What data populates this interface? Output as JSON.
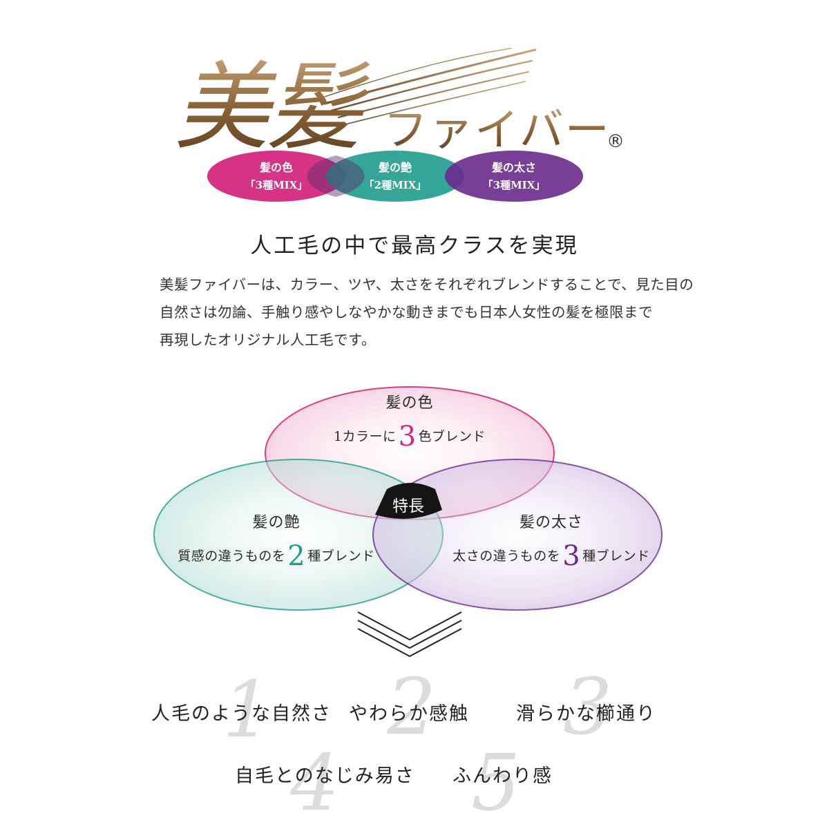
{
  "logo": {
    "title": "美髪",
    "subtitle": "ファイバー",
    "registered": "®"
  },
  "badges": [
    {
      "line1": "髪の色",
      "line2": "「3種MIX」",
      "color": "#d4277f"
    },
    {
      "line1": "髪の艶",
      "line2": "「2種MIX」",
      "color": "#1f9b8c"
    },
    {
      "line1": "髪の太さ",
      "line2": "「3種MIX」",
      "color": "#6a2a8c"
    }
  ],
  "headline": "人工毛の中で最高クラスを実現",
  "description": [
    "美髪ファイバーは、カラー、ツヤ、太さをそれぞれブレンドすることで、見た目の",
    "自然さは勿論、手触り感やしなやかな動きまでも日本人女性の髪を極限まで",
    "再現したオリジナル人工毛です。"
  ],
  "venn": {
    "center_label": "特長",
    "circles": [
      {
        "title": "髪の色",
        "pre": "1カラーに",
        "num": "3",
        "post": "色ブレンド",
        "color": "#d4277f"
      },
      {
        "title": "髪の艶",
        "pre": "質感の違うものを",
        "num": "2",
        "post": "種ブレンド",
        "color": "#1f9b8c"
      },
      {
        "title": "髪の太さ",
        "pre": "太さの違うものを",
        "num": "3",
        "post": "種ブレンド",
        "color": "#6a2a8c"
      }
    ]
  },
  "features": [
    {
      "num": "1",
      "label": "人毛のような自然さ"
    },
    {
      "num": "2",
      "label": "やわらか感触"
    },
    {
      "num": "3",
      "label": "滑らかな櫛通り"
    },
    {
      "num": "4",
      "label": "自毛とのなじみ易さ"
    },
    {
      "num": "5",
      "label": "ふんわり感"
    }
  ]
}
